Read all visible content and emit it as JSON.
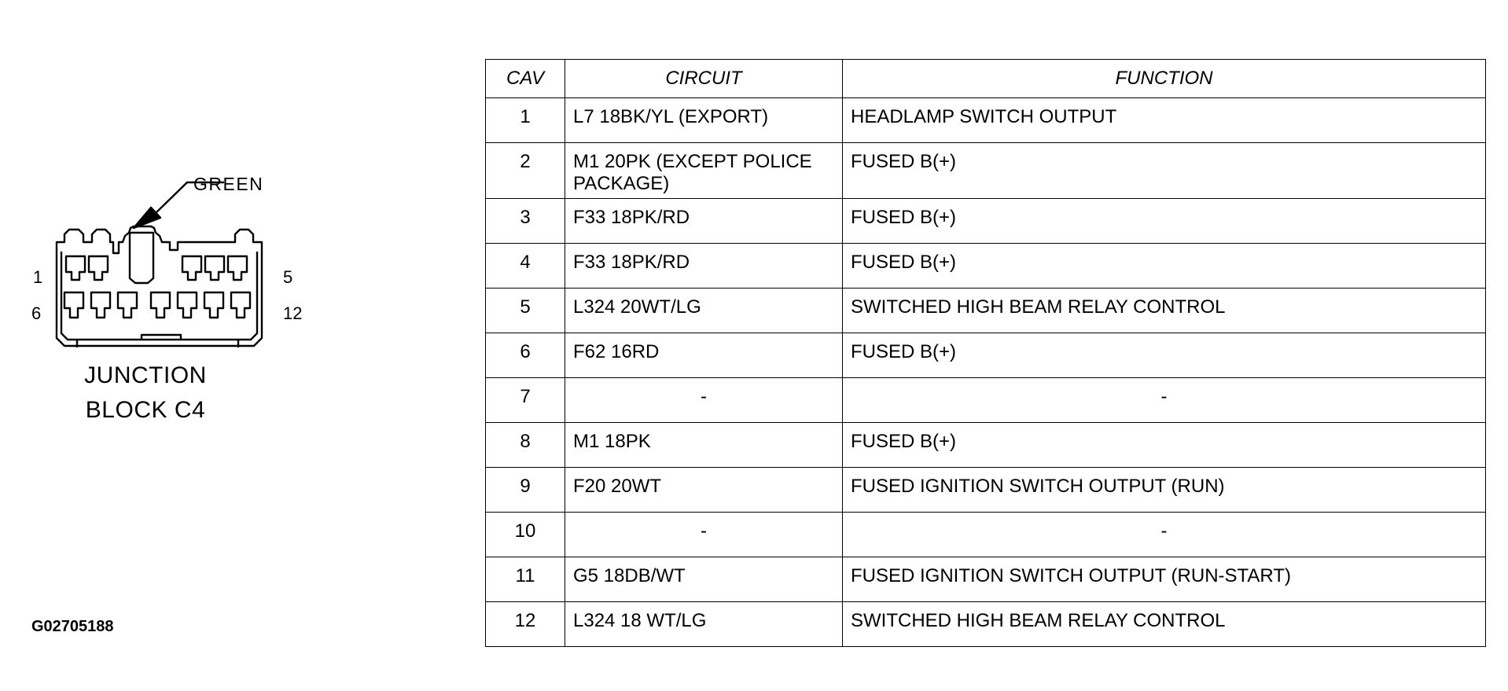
{
  "connector": {
    "color_label": "GREEN",
    "pin_labels": {
      "top_left": "1",
      "top_right": "5",
      "bottom_left": "6",
      "bottom_right": "12"
    },
    "caption_line1": "JUNCTION",
    "caption_line2": "BLOCK C4"
  },
  "figure_id": "G02705188",
  "table": {
    "headers": {
      "cav": "CAV",
      "circuit": "CIRCUIT",
      "function": "FUNCTION"
    },
    "rows": [
      {
        "cav": "1",
        "circuit": "L7 18BK/YL (EXPORT)",
        "function": "HEADLAMP SWITCH OUTPUT"
      },
      {
        "cav": "2",
        "circuit": "M1 20PK (EXCEPT POLICE PACKAGE)",
        "function": "FUSED B(+)"
      },
      {
        "cav": "3",
        "circuit": "F33 18PK/RD",
        "function": "FUSED B(+)"
      },
      {
        "cav": "4",
        "circuit": "F33 18PK/RD",
        "function": "FUSED B(+)"
      },
      {
        "cav": "5",
        "circuit": "L324 20WT/LG",
        "function": "SWITCHED HIGH BEAM RELAY CONTROL"
      },
      {
        "cav": "6",
        "circuit": "F62 16RD",
        "function": "FUSED B(+)"
      },
      {
        "cav": "7",
        "circuit": "-",
        "function": "-"
      },
      {
        "cav": "8",
        "circuit": "M1 18PK",
        "function": "FUSED B(+)"
      },
      {
        "cav": "9",
        "circuit": "F20 20WT",
        "function": "FUSED IGNITION SWITCH OUTPUT (RUN)"
      },
      {
        "cav": "10",
        "circuit": "-",
        "function": "-"
      },
      {
        "cav": "11",
        "circuit": "G5 18DB/WT",
        "function": "FUSED IGNITION SWITCH OUTPUT (RUN-START)"
      },
      {
        "cav": "12",
        "circuit": "L324 18 WT/LG",
        "function": "SWITCHED HIGH BEAM RELAY CONTROL"
      }
    ]
  }
}
